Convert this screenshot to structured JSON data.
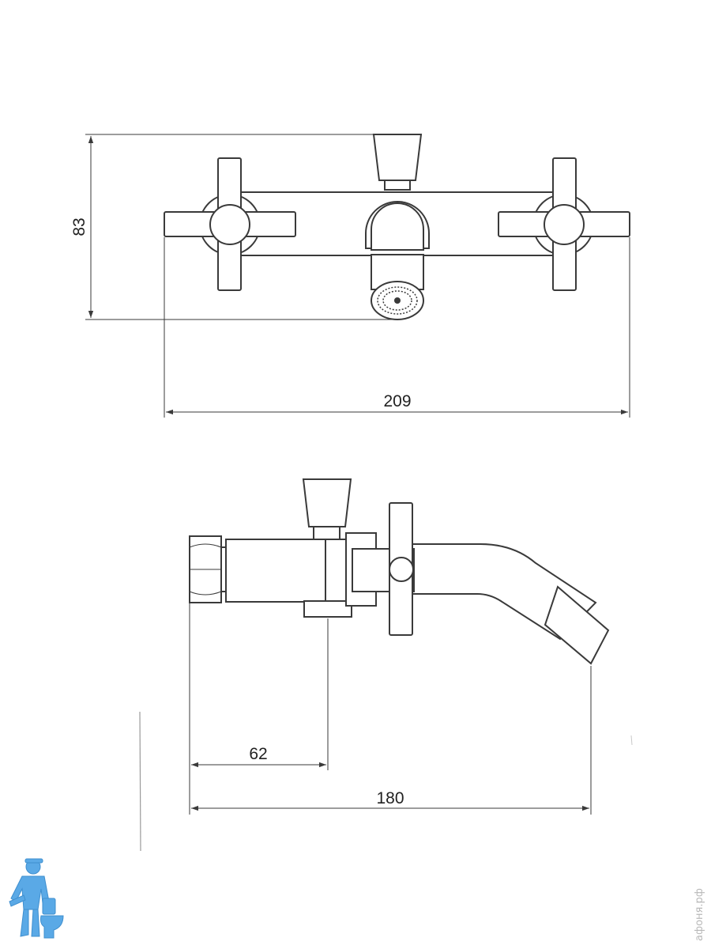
{
  "front_view": {
    "height_dim": "83",
    "width_dim": "209"
  },
  "side_view": {
    "short_dim": "62",
    "long_dim": "180"
  },
  "watermark": "афоня.рф",
  "mascot": "plumber-with-toilet-logo",
  "colors": {
    "line": "#3a3a3a",
    "mascot": "#5aa9e6"
  }
}
